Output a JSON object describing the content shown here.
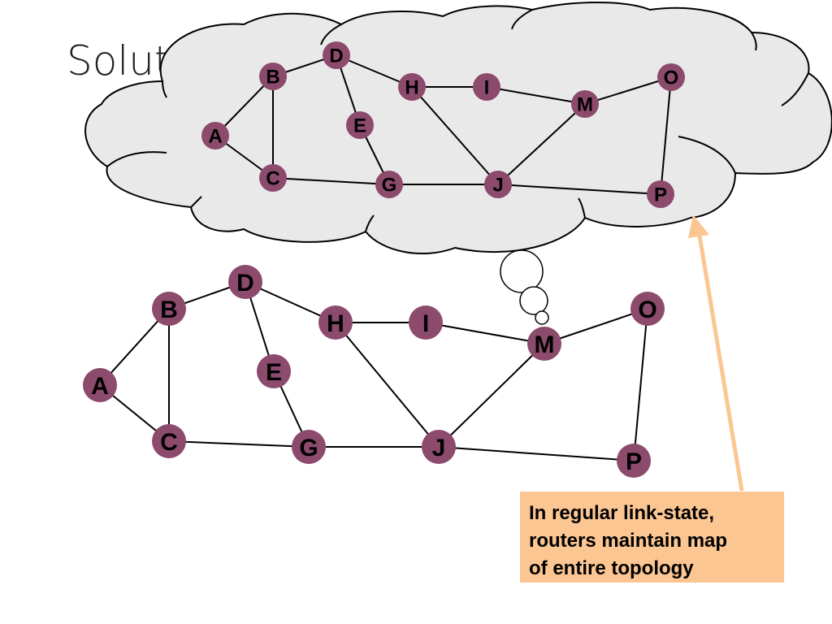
{
  "slide": {
    "title": "Soluti"
  },
  "colors": {
    "node_fill": "#8c4a6d",
    "edge": "#000000",
    "cloud_fill": "#e9e9e9",
    "callout_fill": "#fcc692",
    "arrow": "#fcc692"
  },
  "graph": {
    "nodes": [
      "A",
      "B",
      "C",
      "D",
      "E",
      "G",
      "H",
      "I",
      "J",
      "M",
      "O",
      "P"
    ],
    "edges": [
      [
        "A",
        "B"
      ],
      [
        "A",
        "C"
      ],
      [
        "B",
        "C"
      ],
      [
        "B",
        "D"
      ],
      [
        "D",
        "E"
      ],
      [
        "D",
        "H"
      ],
      [
        "E",
        "G"
      ],
      [
        "C",
        "G"
      ],
      [
        "G",
        "J"
      ],
      [
        "H",
        "I"
      ],
      [
        "H",
        "J"
      ],
      [
        "I",
        "M"
      ],
      [
        "M",
        "J"
      ],
      [
        "M",
        "O"
      ],
      [
        "O",
        "P"
      ],
      [
        "J",
        "P"
      ]
    ]
  },
  "callout": {
    "text": "In regular link-state,\nrouters maintain map\nof entire topology"
  }
}
